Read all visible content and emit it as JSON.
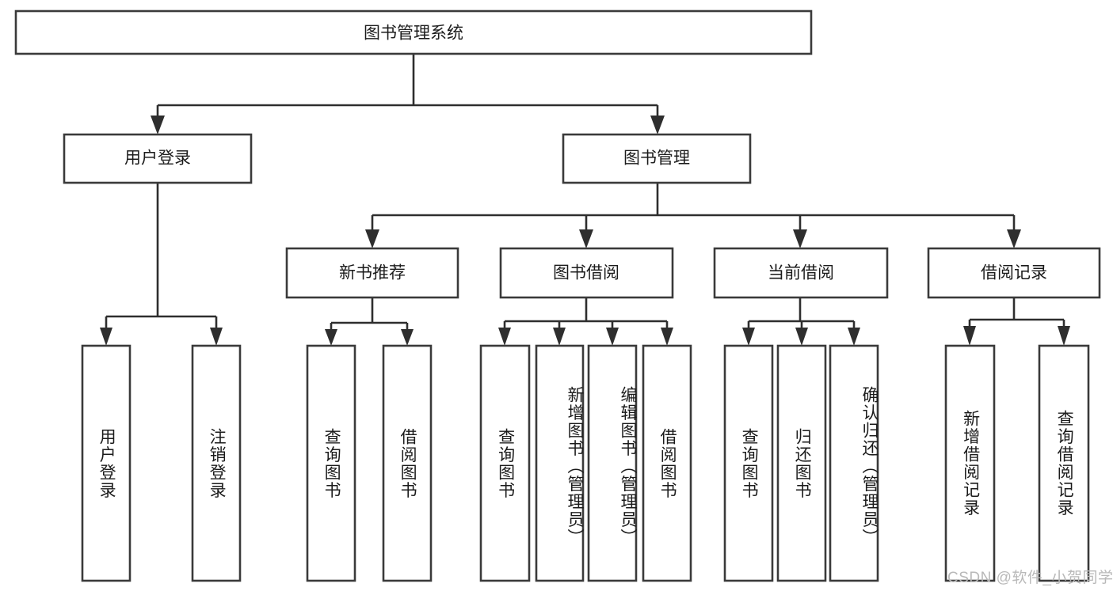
{
  "diagram": {
    "title": "图书管理系统",
    "type": "tree",
    "orientation": "top-down",
    "style": {
      "box_fill": "#ffffff",
      "box_stroke": "#3a3a3a",
      "connector_color": "#2e2e2e",
      "text_color": "#1b1b1b",
      "background": "#ffffff",
      "watermark_color": "#b9b9b9"
    },
    "root": {
      "label": "图书管理系统",
      "name": "node-root-library-management-system"
    },
    "level2": [
      {
        "label": "用户登录",
        "name": "node-user-login"
      },
      {
        "label": "图书管理",
        "name": "node-book-management"
      }
    ],
    "level3": [
      {
        "label": "新书推荐",
        "name": "node-new-book-recommendation",
        "parent": "图书管理"
      },
      {
        "label": "图书借阅",
        "name": "node-book-borrow",
        "parent": "图书管理"
      },
      {
        "label": "当前借阅",
        "name": "node-current-borrow",
        "parent": "图书管理"
      },
      {
        "label": "借阅记录",
        "name": "node-borrow-record",
        "parent": "图书管理"
      }
    ],
    "leaves": [
      {
        "label": "用户登录",
        "name": "leaf-user-login",
        "parent": "用户登录"
      },
      {
        "label": "注销登录",
        "name": "leaf-logout",
        "parent": "用户登录"
      },
      {
        "label": "查询图书",
        "name": "leaf-query-book-recommend",
        "parent": "新书推荐"
      },
      {
        "label": "借阅图书",
        "name": "leaf-borrow-book-recommend",
        "parent": "新书推荐"
      },
      {
        "label": "查询图书",
        "name": "leaf-query-book-borrow",
        "parent": "图书借阅"
      },
      {
        "label": "新增图书（管理员）",
        "name": "leaf-add-book-admin",
        "parent": "图书借阅"
      },
      {
        "label": "编辑图书（管理员）",
        "name": "leaf-edit-book-admin",
        "parent": "图书借阅"
      },
      {
        "label": "借阅图书",
        "name": "leaf-borrow-book",
        "parent": "图书借阅"
      },
      {
        "label": "查询图书",
        "name": "leaf-query-book-current",
        "parent": "当前借阅"
      },
      {
        "label": "归还图书",
        "name": "leaf-return-book",
        "parent": "当前借阅"
      },
      {
        "label": "确认归还（管理员）",
        "name": "leaf-confirm-return-admin",
        "parent": "当前借阅"
      },
      {
        "label": "新增借阅记录",
        "name": "leaf-add-borrow-record",
        "parent": "借阅记录"
      },
      {
        "label": "查询借阅记录",
        "name": "leaf-query-borrow-record",
        "parent": "借阅记录"
      }
    ],
    "watermark": "CSDN @软件_小贺同学"
  }
}
